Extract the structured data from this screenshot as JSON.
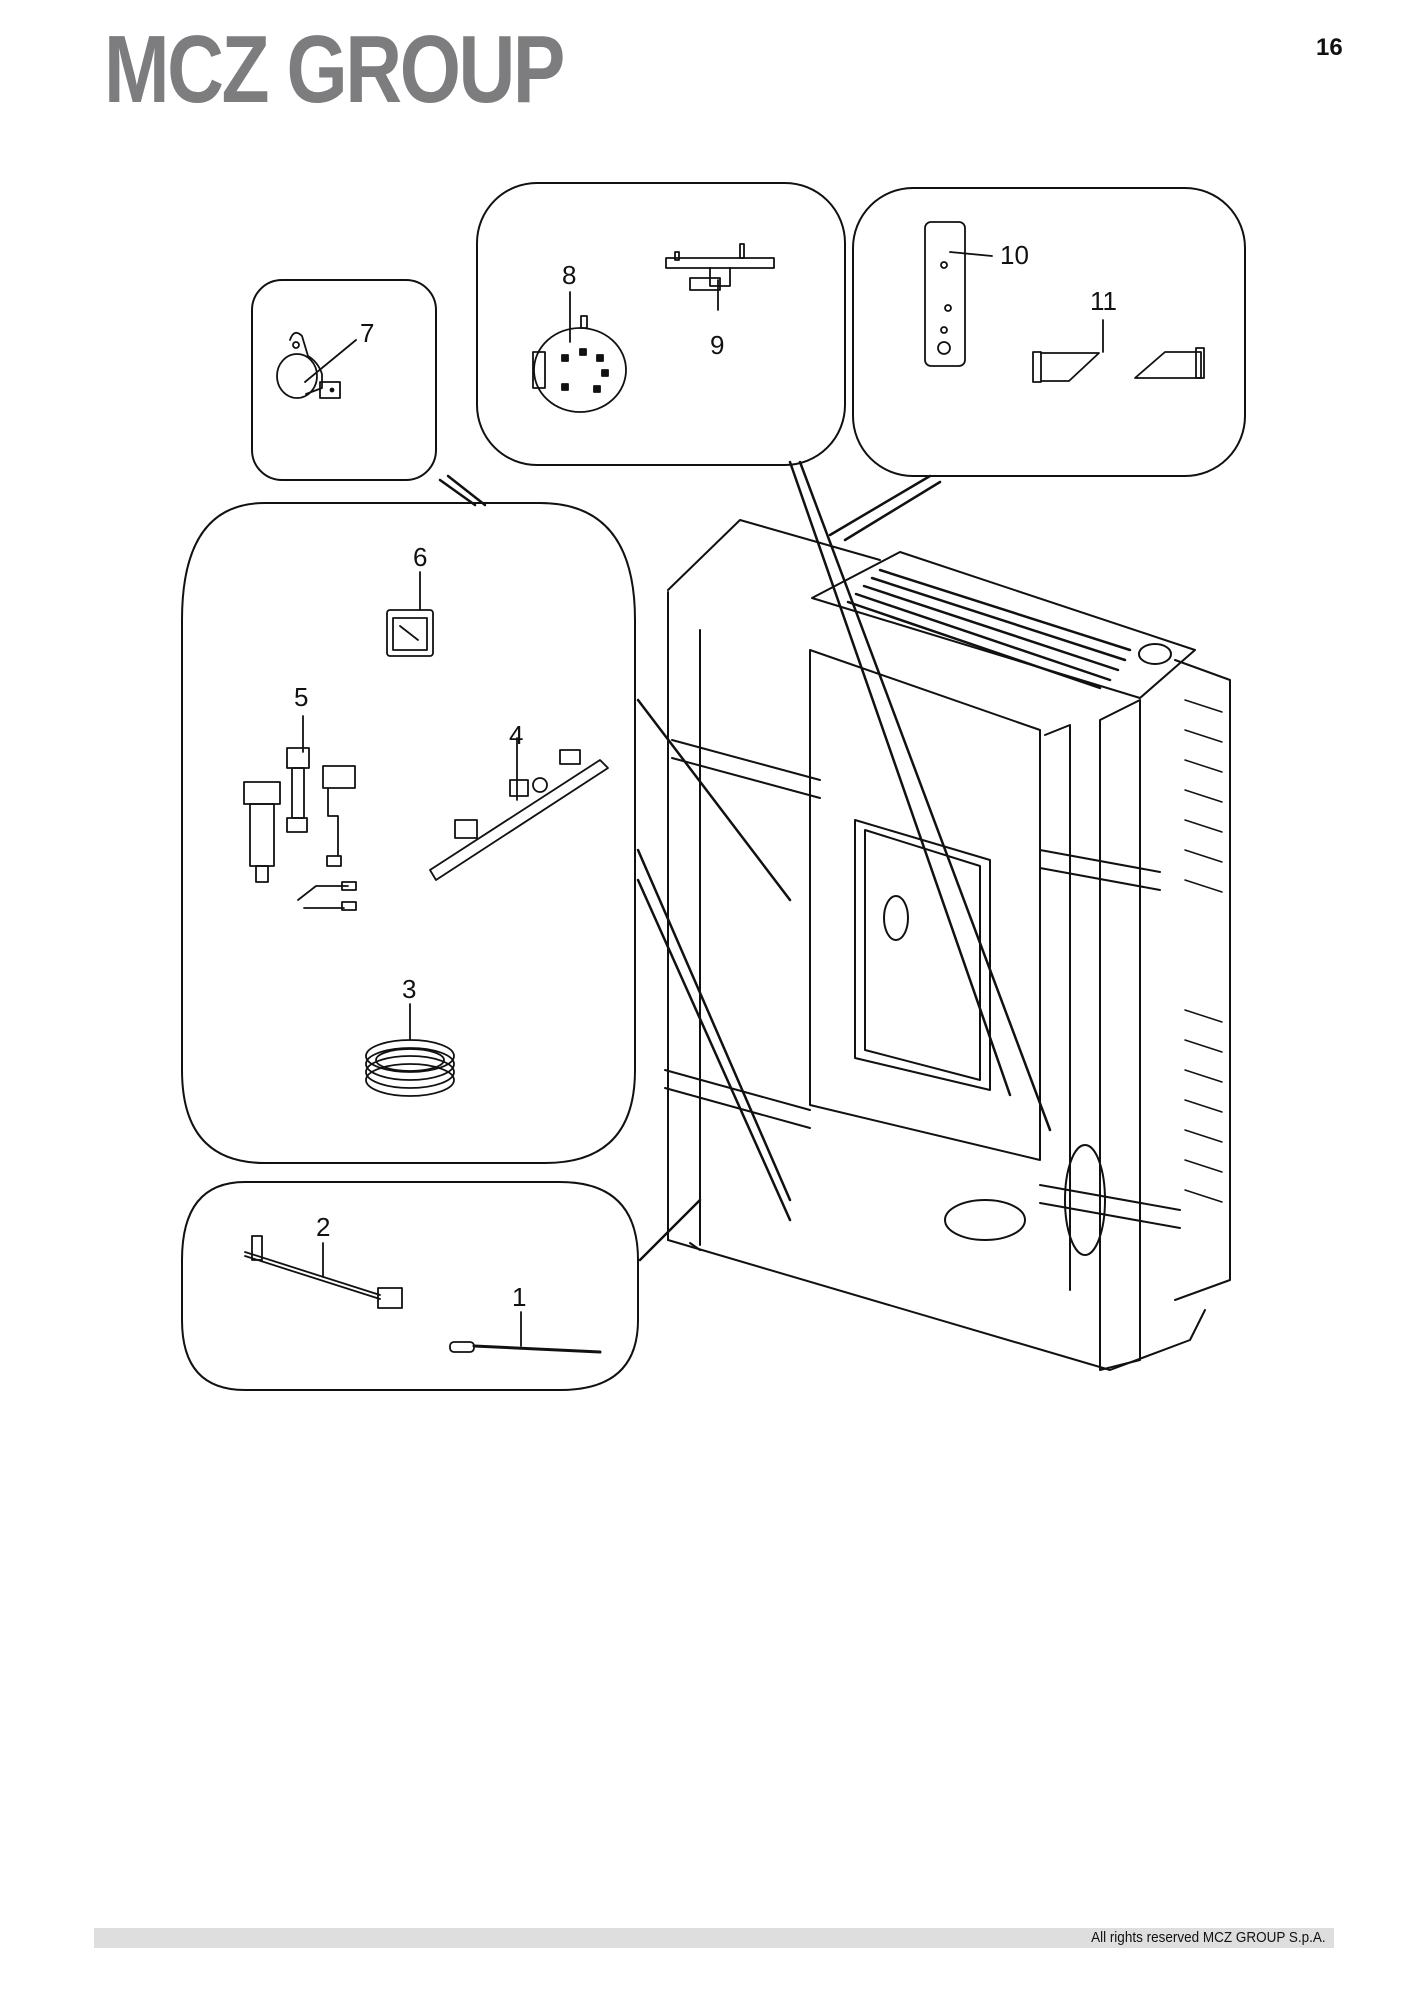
{
  "header": {
    "brand": "MCZ GROUP",
    "page_number": "16"
  },
  "diagram": {
    "type": "exploded-parts-view",
    "subject": "pellet stove",
    "callouts": [
      {
        "id": "1",
        "label": "1"
      },
      {
        "id": "2",
        "label": "2"
      },
      {
        "id": "3",
        "label": "3"
      },
      {
        "id": "4",
        "label": "4"
      },
      {
        "id": "5",
        "label": "5"
      },
      {
        "id": "6",
        "label": "6"
      },
      {
        "id": "7",
        "label": "7"
      },
      {
        "id": "8",
        "label": "8"
      },
      {
        "id": "9",
        "label": "9"
      },
      {
        "id": "10",
        "label": "10"
      },
      {
        "id": "11",
        "label": "11"
      }
    ]
  },
  "footer": {
    "copyright": "All rights reserved MCZ GROUP S.p.A."
  }
}
